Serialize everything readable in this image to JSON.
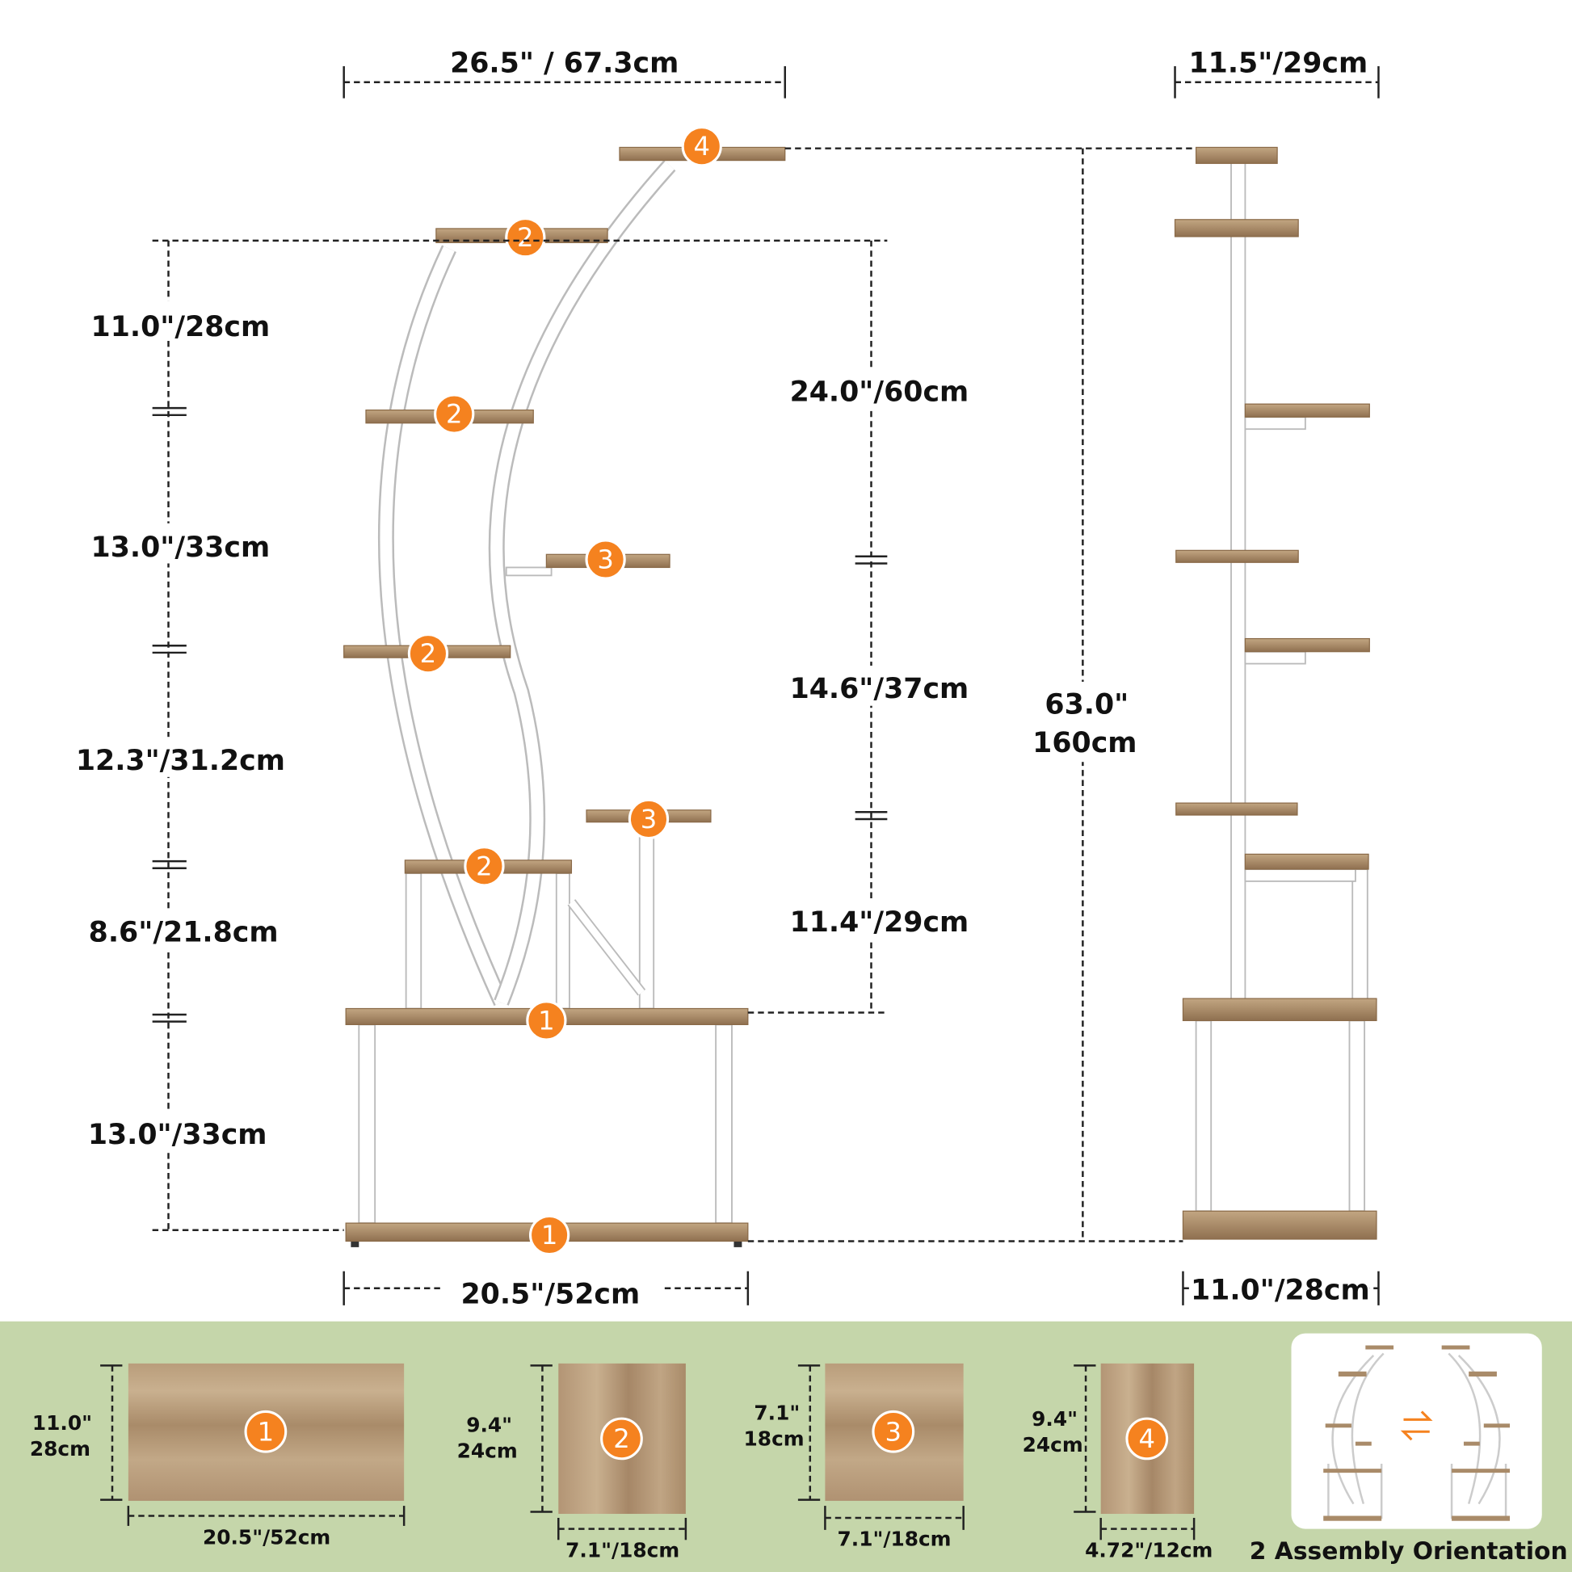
{
  "front_view": {
    "width_top": "26.5\" / 67.3cm",
    "width_bottom": "20.5\"/52cm",
    "left_spacings": [
      "11.0\"/28cm",
      "13.0\"/33cm",
      "12.3\"/31.2cm",
      "8.6\"/21.8cm",
      "13.0\"/33cm"
    ],
    "right_spacings": [
      "24.0\"/60cm",
      "14.6\"/37cm",
      "11.4\"/29cm"
    ],
    "height_in": "63.0\"",
    "height_cm": "160cm",
    "shelf_badges": [
      "4",
      "2",
      "2",
      "3",
      "2",
      "3",
      "2",
      "1",
      "1"
    ]
  },
  "side_view": {
    "depth_top": "11.5\"/29cm",
    "depth_bottom": "11.0\"/28cm"
  },
  "boards": [
    {
      "badge": "1",
      "height": "11.0\"",
      "height_cm": "28cm",
      "width": "20.5\"/52cm"
    },
    {
      "badge": "2",
      "height": "9.4\"",
      "height_cm": "24cm",
      "width": "7.1\"/18cm"
    },
    {
      "badge": "3",
      "height": "7.1\"",
      "height_cm": "18cm",
      "width": "7.1\"/18cm"
    },
    {
      "badge": "4",
      "height": "9.4\"",
      "height_cm": "24cm",
      "width": "4.72\"/12cm"
    }
  ],
  "assembly_label": "2 Assembly Orientation",
  "colors": {
    "accent": "#f5821f",
    "panel": "#c5d6aa",
    "wood": "#a98b69"
  }
}
